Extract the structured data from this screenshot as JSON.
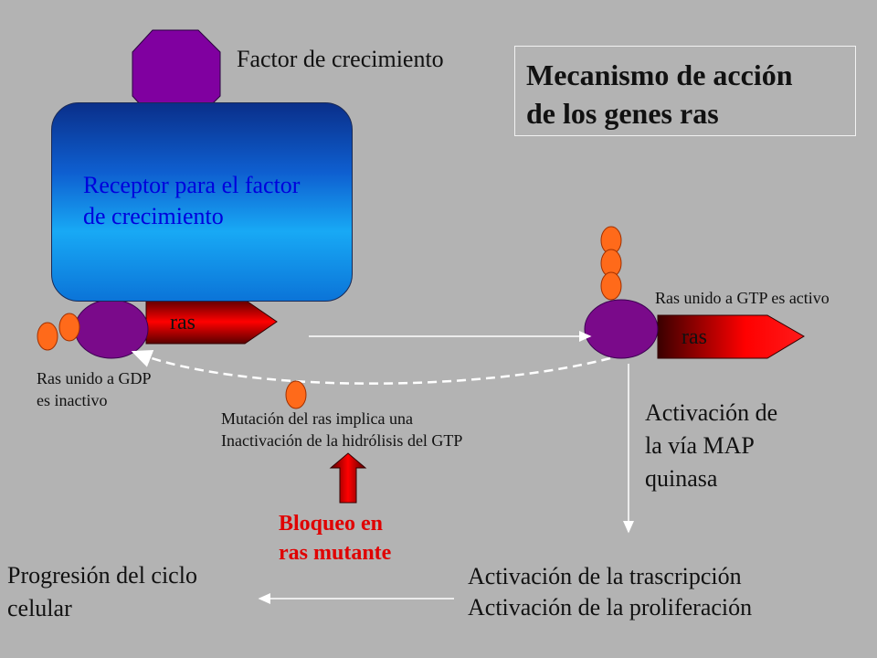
{
  "title": {
    "line1": "Mecanismo de acción",
    "line2": "de los genes ras"
  },
  "labels": {
    "growth_factor": "Factor de crecimiento",
    "receptor_line1": "Receptor para el factor",
    "receptor_line2": "de crecimiento",
    "ras_left": "ras",
    "ras_right": "ras",
    "gdp_line1": "Ras unido a GDP",
    "gdp_line2": "es inactivo",
    "gtp": "Ras unido a GTP es activo",
    "mutation_line1": "Mutación del ras implica una",
    "mutation_line2": "Inactivación de la hidrólisis del GTP",
    "map_line1": "Activación de",
    "map_line2": "la vía MAP",
    "map_line3": "quinasa",
    "block_line1": "Bloqueo en",
    "block_line2": "ras mutante",
    "transcription_line1": "Activación de la trascripción",
    "transcription_line2": "Activación de la proliferación",
    "cycle_line1": "Progresión del ciclo",
    "cycle_line2": "celular"
  },
  "colors": {
    "background": "#b3b3b3",
    "octagon": "#8000a0",
    "ras_oval": "#7a0a8a",
    "ras_arrow": "#e00000",
    "phosphate": "#ff6a1a",
    "receptor_text": "#0000dd",
    "block_text": "#e00000"
  }
}
